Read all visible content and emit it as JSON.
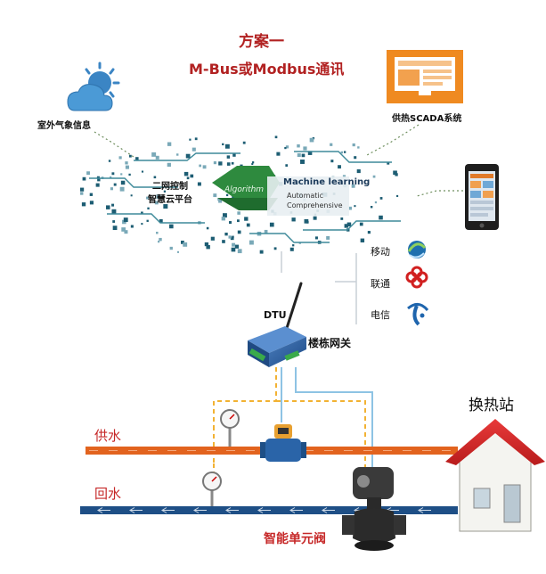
{
  "title": {
    "line1": "方案一",
    "line2": "M-Bus或Modbus通讯"
  },
  "weather": {
    "label": "室外气象信息",
    "icon": "sun-cloud-icon"
  },
  "scada": {
    "label": "供热SCADA系统",
    "icon": "monitor-icon"
  },
  "platform": {
    "line1": "二网控制",
    "line2": "智慧云平台",
    "algorithm": "Algorithm",
    "machine_learning": "Machine learning",
    "automatic": "Automatic",
    "comprehensive": "Comprehensive"
  },
  "carriers": [
    {
      "label": "移动",
      "icon": "china-mobile-logo"
    },
    {
      "label": "联通",
      "icon": "china-unicom-logo"
    },
    {
      "label": "电信",
      "icon": "china-telecom-logo"
    }
  ],
  "dtu": {
    "label": "DTU",
    "gateway": "楼栋网关"
  },
  "pipes": {
    "supply": "供水",
    "return": "回水"
  },
  "station": {
    "label": "换热站",
    "icon": "house-icon"
  },
  "valve": {
    "label": "智能单元阀"
  },
  "colors": {
    "title_red": "#b22222",
    "pipe_orange": "#e2631e",
    "pipe_blue": "#1e4f86",
    "dashed_yellow": "#f2b233",
    "signal_blue": "#7fb9dd",
    "circuit_dots": "#1d5d73"
  }
}
